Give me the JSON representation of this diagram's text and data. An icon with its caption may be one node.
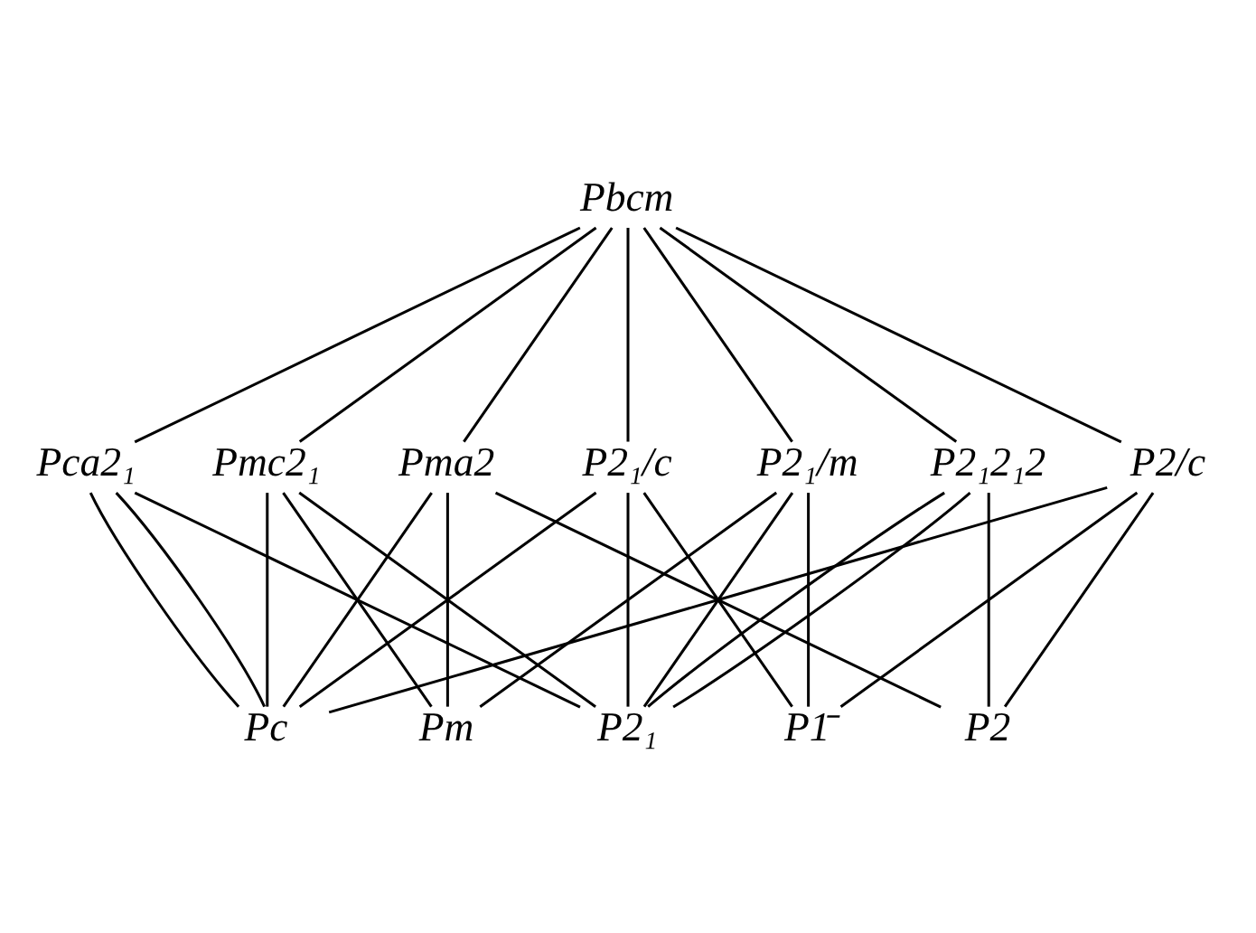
{
  "diagram": {
    "nodes": [
      {
        "text": [
          "Pbcm"
        ]
      },
      {
        "text": [
          "P2₁2₁2"
        ]
      },
      {
        "text": [
          "Pca2₁"
        ]
      },
      {
        "text": [
          "Pma2"
        ]
      },
      {
        "text": [
          "Pmc2₁"
        ]
      },
      {
        "text": [
          "P2₁/c"
        ]
      },
      {
        "text": [
          "P2/c"
        ]
      },
      {
        "text": [
          "P2₁/m"
        ]
      },
      {
        "text": [
          "P2₁"
        ]
      },
      {
        "text": [
          "P2"
        ]
      },
      {
        "text": [
          "Pc"
        ]
      },
      {
        "text": [
          "Pm"
        ]
      },
      {
        "text": [
          "P1̄"
        ]
      }
    ],
    "edges": [
      {
        "from": 0,
        "to": 1,
        "arrow": "none"
      },
      {
        "from": 0,
        "to": 2,
        "arrow": "none"
      },
      {
        "from": 0,
        "to": 3,
        "arrow": "none"
      },
      {
        "from": 0,
        "to": 4,
        "arrow": "none"
      },
      {
        "from": 0,
        "to": 5,
        "arrow": "none"
      },
      {
        "from": 0,
        "to": 6,
        "arrow": "none"
      },
      {
        "from": 0,
        "to": 7,
        "arrow": "none"
      },
      {
        "from": 1,
        "to": 8,
        "arrow": "none"
      },
      {
        "from": 1,
        "to": 8,
        "arrow": "none"
      },
      {
        "from": 1,
        "to": 9,
        "arrow": "none"
      },
      {
        "from": 2,
        "to": 8,
        "arrow": "none"
      },
      {
        "from": 2,
        "to": 10,
        "arrow": "none"
      },
      {
        "from": 2,
        "to": 10,
        "arrow": "none"
      },
      {
        "from": 3,
        "to": 9,
        "arrow": "none"
      },
      {
        "from": 3,
        "to": 10,
        "arrow": "none"
      },
      {
        "from": 3,
        "to": 11,
        "arrow": "none"
      },
      {
        "from": 4,
        "to": 8,
        "arrow": "none"
      },
      {
        "from": 4,
        "to": 10,
        "arrow": "none"
      },
      {
        "from": 4,
        "to": 11,
        "arrow": "none"
      },
      {
        "from": 5,
        "to": 8,
        "arrow": "none"
      },
      {
        "from": 5,
        "to": 10,
        "arrow": "none"
      },
      {
        "from": 5,
        "to": 12,
        "arrow": "none"
      },
      {
        "from": 6,
        "to": 9,
        "arrow": "none"
      },
      {
        "from": 6,
        "to": 10,
        "arrow": "none"
      },
      {
        "from": 6,
        "to": 12,
        "arrow": "none"
      },
      {
        "from": 7,
        "to": 8,
        "arrow": "none"
      },
      {
        "from": 7,
        "to": 11,
        "arrow": "none"
      },
      {
        "from": 7,
        "to": 12,
        "arrow": "none"
      }
    ]
  }
}
